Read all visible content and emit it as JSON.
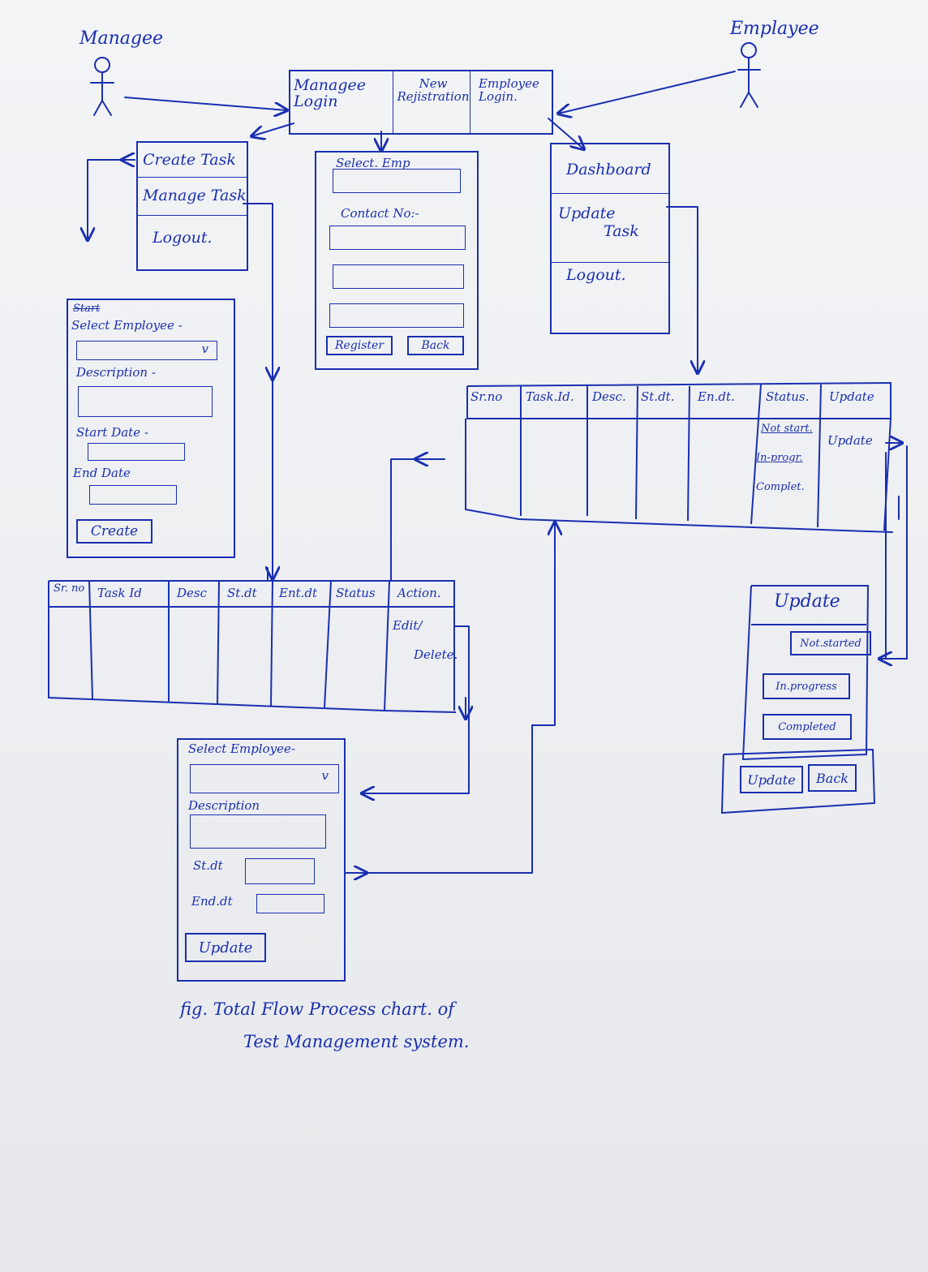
{
  "actors": {
    "manager": "Managee",
    "employee": "Emplayee"
  },
  "login_panel": {
    "manager_login": "Managee Login",
    "new_registration": "New Rejistration",
    "employee_login": "Employee Login."
  },
  "manager_menu": {
    "create_task": "Create Task",
    "manage_task": "Manage Task",
    "logout": "Logout."
  },
  "registration_form": {
    "select_emp": "Select. Emp",
    "contact_no": "Contact No:-",
    "register": "Register",
    "back": "Back"
  },
  "employee_menu": {
    "dashboard": "Dashboard",
    "update_task_line1": "Update",
    "update_task_line2": "Task",
    "logout": "Logout."
  },
  "create_task_form": {
    "scratch": "Start",
    "select_employee": "Select Employee -",
    "dropdown_mark": "v",
    "description": "Description -",
    "start_date": "Start Date -",
    "end_date": "End Date",
    "create": "Create"
  },
  "employee_table": {
    "headers": [
      "Sr.no",
      "Task.Id.",
      "Desc.",
      "St.dt.",
      "En.dt.",
      "Status.",
      "Update"
    ],
    "status_options": [
      "Not start.",
      "In-progr.",
      "Complet."
    ],
    "update_link": "Update"
  },
  "manager_table": {
    "headers": [
      "Sr. no",
      "Task Id",
      "Desc",
      "St.dt",
      "Ent.dt",
      "Status",
      "Action."
    ],
    "action_line1": "Edit/",
    "action_line2": "Delete."
  },
  "edit_form": {
    "select_employee": "Select Employee-",
    "dropdown_mark": "v",
    "description": "Description",
    "start_date": "St.dt",
    "end_date": "End.dt",
    "update": "Update"
  },
  "update_status_panel": {
    "title": "Update",
    "options": [
      "Not.started",
      "In.progress",
      "Completed"
    ],
    "update": "Update",
    "back": "Back"
  },
  "caption": {
    "line1": "fig. Total Flow Process chart. of",
    "line2": "Test Management system."
  }
}
